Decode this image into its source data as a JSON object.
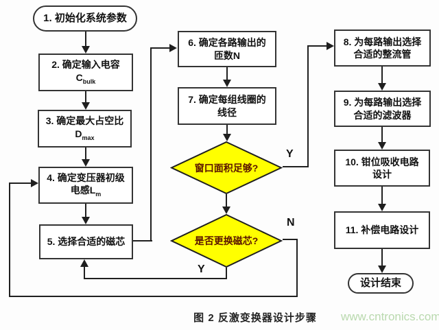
{
  "colors": {
    "page_bg": "#fdfdfd",
    "box_bg": "#ffffff",
    "box_border": "#333333",
    "line": "#1f1f1f",
    "text": "#111111",
    "diamond_fill": "#ffff00",
    "diamond_border": "#1f1f1f",
    "diamond_text": "#5a1400",
    "caption_text": "#222222",
    "watermark_green": "#b9d9ae"
  },
  "nodes": {
    "start": {
      "label": "1. 初始化系统参数"
    },
    "s2": {
      "line1": "2. 确定输入电容",
      "sym": "C",
      "sub": "bulk"
    },
    "s3": {
      "line1": "3. 确定最大占空比",
      "sym": "D",
      "sub": "max"
    },
    "s4": {
      "line1": "4. 确定变压器初级",
      "line2pre": "电感",
      "sym": "L",
      "sub": "m"
    },
    "s5": {
      "label": "5. 选择合适的磁芯"
    },
    "s6": {
      "line1": "6. 确定各路输出的",
      "line2": "匝数N"
    },
    "s7": {
      "line1": "7. 确定每组线圈的",
      "line2": "线径"
    },
    "d1": {
      "label": "窗口面积足够?"
    },
    "d2": {
      "label": "是否更换磁芯?"
    },
    "s8": {
      "line1": "8. 为每路输出选择",
      "line2": "合适的整流管"
    },
    "s9": {
      "line1": "9. 为每路输出选择",
      "line2": "合适的滤波器"
    },
    "s10": {
      "line1": "10. 钳位吸收电路",
      "line2": "设计"
    },
    "s11": {
      "label": "11. 补偿电路设计"
    },
    "end": {
      "label": "设计结束"
    }
  },
  "edge_labels": {
    "yes1": "Y",
    "yes2": "Y",
    "no": "N"
  },
  "figure": {
    "caption": "图 2 反激变换器设计步骤",
    "watermark": "www.cntronics.com"
  }
}
